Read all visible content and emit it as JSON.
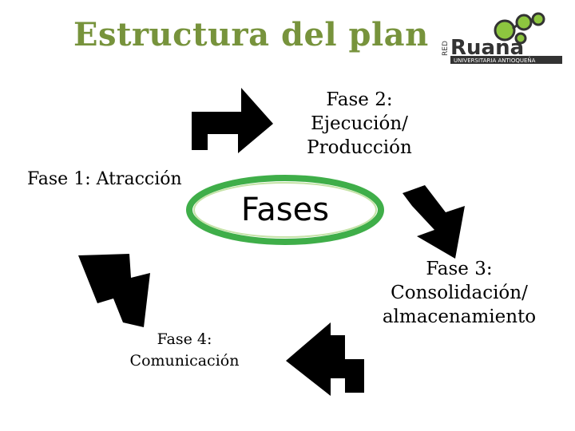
{
  "title": "Estructura del plan",
  "logo": {
    "vertical_text": "RED",
    "brand_text": "Ruana",
    "subtitle": "UNIVERSITARIA ANTIOQUEÑA"
  },
  "hub": {
    "label": "Fases"
  },
  "phases": [
    {
      "lines": [
        "Fase 1: Atracción"
      ]
    },
    {
      "lines": [
        "Fase 2:",
        "Ejecución/",
        "Producción"
      ]
    },
    {
      "lines": [
        "Fase 3:",
        "Consolidación/",
        "almacenamiento"
      ]
    },
    {
      "lines": [
        "Fase 4:",
        "Comunicación"
      ]
    }
  ],
  "colors": {
    "title": "#77933c",
    "hub_ring": "#3fae49",
    "logo_green": "#8dc63f",
    "logo_dark": "#333333",
    "arrow": "#000000"
  }
}
